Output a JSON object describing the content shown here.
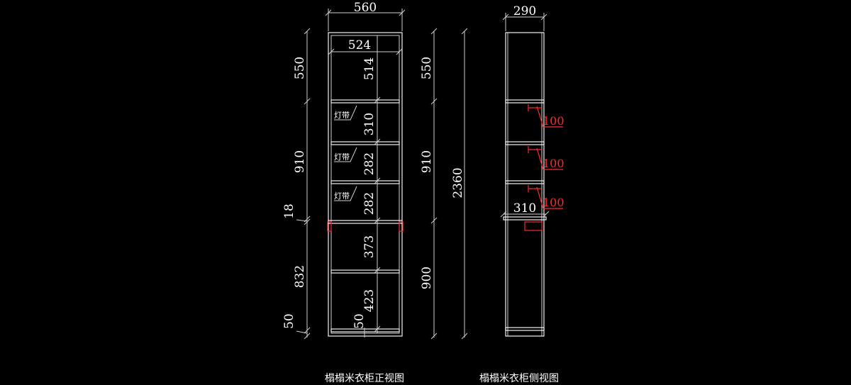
{
  "front_view": {
    "caption": "榻榻米衣柜正视图",
    "width_outer": "560",
    "width_inner": "524",
    "segment_left": [
      "550",
      "910",
      "18",
      "832",
      "50"
    ],
    "segment_right": [
      "550",
      "910",
      "900"
    ],
    "total_height": "2360",
    "compartments": [
      "514",
      "310",
      "282",
      "282",
      "373",
      "423"
    ],
    "base": "50",
    "light_strip": "灯带"
  },
  "side_view": {
    "caption": "榻榻米衣柜侧视图",
    "depth": "290",
    "platform_depth": "310",
    "offsets": [
      "100",
      "100",
      "100"
    ]
  },
  "colors": {
    "background": "#000000",
    "lines": "#f2f2f2",
    "highlight": "#ff2a2a"
  }
}
